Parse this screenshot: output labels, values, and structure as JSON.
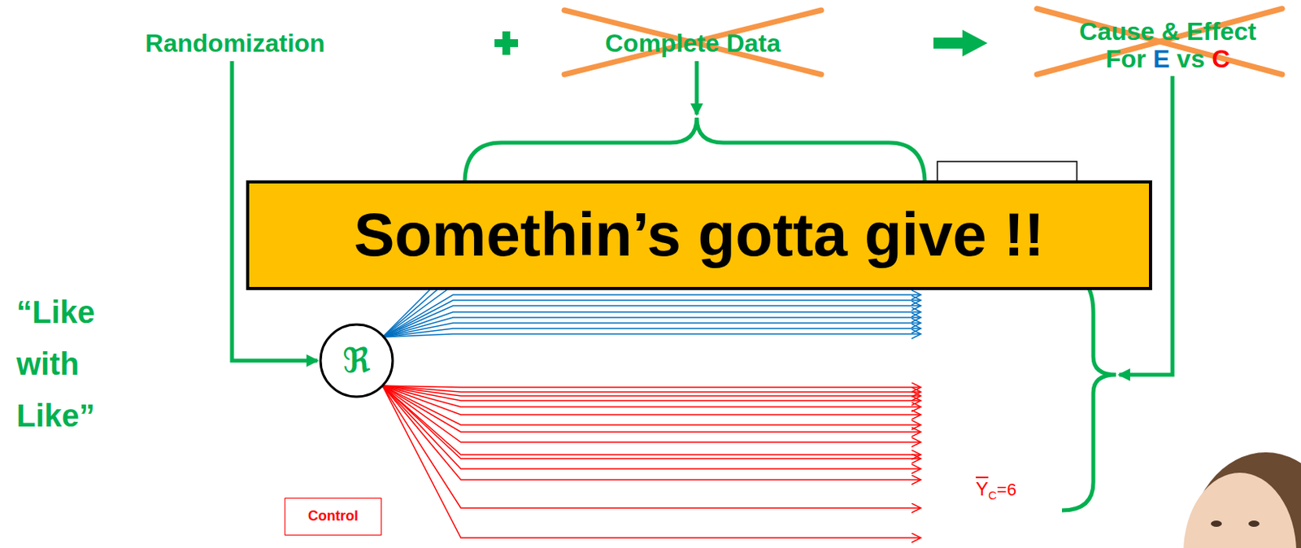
{
  "diagram": {
    "nodes": [
      {
        "text": [
          "Somethin’s gotta give !!"
        ]
      },
      {
        "text": [
          "ℜ"
        ]
      },
      {
        "text": [
          "Control"
        ]
      }
    ],
    "labels": [
      "Randomization",
      "Complete Data",
      "Cause & Effect",
      "For",
      "E",
      "vs",
      "C",
      "“Like with Like”",
      "Y",
      "C",
      "=6"
    ]
  }
}
